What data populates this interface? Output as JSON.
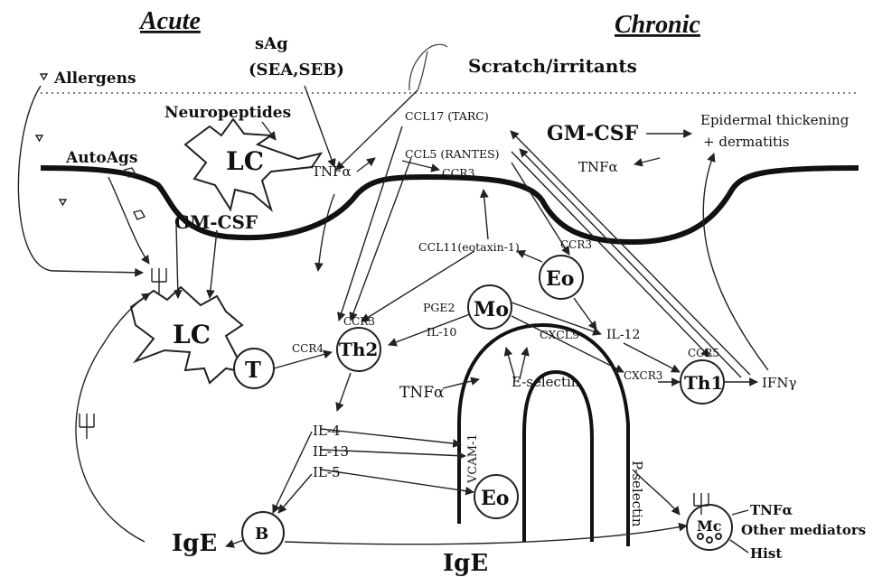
{
  "headers": {
    "acute": "Acute",
    "chronic": "Chronic"
  },
  "labels": {
    "allergens": "Allergens",
    "autoags": "AutoAgs",
    "neuropeptides": "Neuropeptides",
    "sag": "sAg",
    "sea_seb": "(SEA,SEB)",
    "scratch_irritants": "Scratch/irritants",
    "lc": "LC",
    "tnfa": "TNFα",
    "gm_csf": "GM-CSF",
    "ccl17": "CCL17 (TARC)",
    "ccl5": "CCL5 (RANTES)",
    "ccr3": "CCR3",
    "epidermal_thickening": "Epidermal thickening",
    "dermatitis": "+ dermatitis",
    "ccl11": "CCL11(eotaxin-1)",
    "eo": "Eo",
    "mo": "Mo",
    "pge2": "PGE2",
    "il10": "IL-10",
    "ccr4": "CCR4",
    "th2": "Th2",
    "t": "T",
    "cxcl9": "CXCL9",
    "il12": "IL-12",
    "ccr5": "CCR5",
    "cxcr3": "CXCR3",
    "th1": "Th1",
    "ifn_gamma": "IFNγ",
    "e_selectin": "E-selectin",
    "vcam1": "VCAM-1",
    "p_selectin": "P-selectin",
    "il4": "IL-4",
    "il13": "IL-13",
    "il5": "IL-5",
    "b": "B",
    "ige": "IgE",
    "mast_cell": "Mc",
    "other_mediators": "Other mediators",
    "hist": "Hist"
  }
}
